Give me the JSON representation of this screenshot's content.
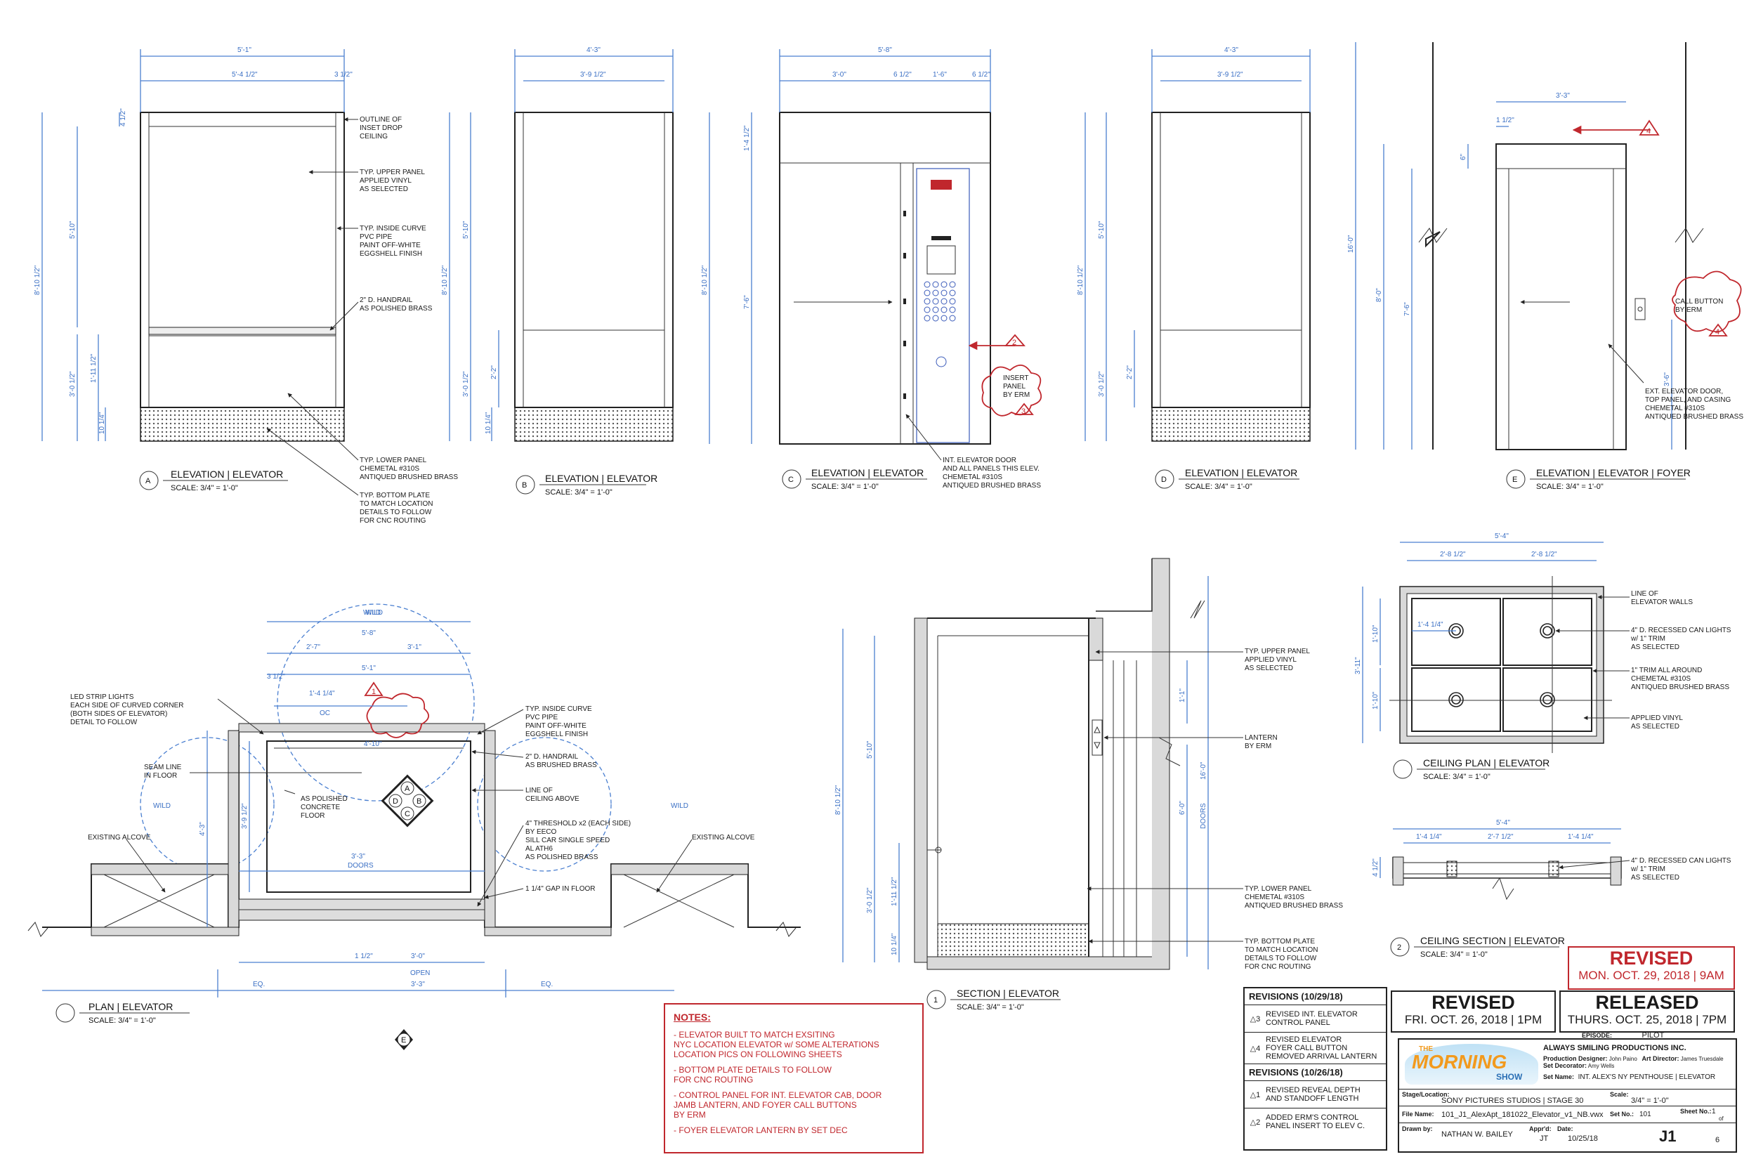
{
  "views": {
    "a": {
      "letter": "A",
      "title": "ELEVATION | ELEVATOR",
      "scale": "SCALE: 3/4\" = 1'-0\""
    },
    "b": {
      "letter": "B",
      "title": "ELEVATION | ELEVATOR",
      "scale": "SCALE: 3/4\" = 1'-0\""
    },
    "c": {
      "letter": "C",
      "title": "ELEVATION | ELEVATOR",
      "scale": "SCALE: 3/4\" = 1'-0\""
    },
    "d": {
      "letter": "D",
      "title": "ELEVATION | ELEVATOR",
      "scale": "SCALE: 3/4\" = 1'-0\""
    },
    "e": {
      "letter": "E",
      "title": "ELEVATION | ELEVATOR | FOYER",
      "scale": "SCALE: 3/4\" = 1'-0\""
    },
    "plan": {
      "title": "PLAN | ELEVATOR",
      "scale": "SCALE: 3/4\" = 1'-0\""
    },
    "section": {
      "letter": "1",
      "title": "SECTION | ELEVATOR",
      "scale": "SCALE: 3/4\" = 1'-0\""
    },
    "ceiling_plan": {
      "title": "CEILING PLAN | ELEVATOR",
      "scale": "SCALE: 3/4\" = 1'-0\""
    },
    "ceiling_section": {
      "letter": "2",
      "title": "CEILING SECTION | ELEVATOR",
      "scale": "SCALE: 3/4\" = 1'-0\""
    }
  },
  "dims": {
    "a_w": "5'-1\"",
    "a_w2": "5'-4 1/2\"",
    "a_w3": "3 1/2\"",
    "a_h": "8'-10 1/2\"",
    "a_h2": "5'-10\"",
    "a_h3": "3'-0 1/2\"",
    "a_h4": "1'-11 1/2\"",
    "a_h5": "10 1/4\"",
    "a_h6": "4 1/2\"",
    "b_w": "4'-3\"",
    "b_w2": "3'-9 1/2\"",
    "b_h": "8'-10 1/2\"",
    "b_h2": "5'-10\"",
    "b_h3": "3'-0 1/2\"",
    "b_h4": "2'-2\"",
    "b_h5": "10 1/4\"",
    "c_w": "5'-8\"",
    "c_w2": "3'-0\"",
    "c_w3": "6 1/2\"",
    "c_w4": "1'-6\"",
    "c_h": "8'-10 1/2\"",
    "c_h2": "7'-6\"",
    "c_h3": "1'-4 1/2\"",
    "d_w": "4'-3\"",
    "d_w2": "3'-9 1/2\"",
    "d_h": "8'-10 1/2\"",
    "d_h2": "5'-10\"",
    "d_h3": "3'-0 1/2\"",
    "d_h4": "2'-2\"",
    "e_w": "3'-3\"",
    "e_w2": "1 1/2\"",
    "e_h": "16'-0\"",
    "e_h2": "8'-0\"",
    "e_h3": "7'-6\"",
    "e_h4": "3'-6\"",
    "e_h5": "6\"",
    "plan_wild": "WILD",
    "plan_w": "5'-8\"",
    "plan_w2": "2'-7\"",
    "plan_w3": "3'-1\"",
    "plan_w4": "5'-1\"",
    "plan_w5": "3 1/2\"",
    "plan_w6": "1'-4 1/4\"",
    "plan_oc": "OC",
    "plan_w7": "4'-10\"",
    "plan_h": "4'-3\"",
    "plan_h2": "3'-9 1/2\"",
    "plan_doors": "DOORS",
    "plan_d": "3'-3\"",
    "plan_open": "OPEN",
    "plan_o": "3'-0\"",
    "plan_o2": "3'-3\"",
    "plan_eq": "EQ.",
    "plan_o3": "1 1/2\"",
    "sec_h": "8'-10 1/2\"",
    "sec_h2": "5'-10\"",
    "sec_h3": "3'-0 1/2\"",
    "sec_h4": "1'-11 1/2\"",
    "sec_h5": "10 1/4\"",
    "sec_h6": "16'-0\"",
    "sec_h7": "6'-0\"",
    "sec_doors": "DOORS",
    "sec_h8": "1'-1\"",
    "cp_w": "5'-4\"",
    "cp_w2": "2'-8 1/2\"",
    "cp_h": "3'-11\"",
    "cp_h2": "1'-10\"",
    "cp_h3": "1'-4 1/4\"",
    "cs_w": "5'-4\"",
    "cs_w2": "1'-4 1/4\"",
    "cs_w3": "2'-7 1/2\"",
    "cs_h": "4 1/2\""
  },
  "callouts": {
    "a1": "OUTLINE OF\nINSET DROP\nCEILING",
    "a2": "TYP. UPPER PANEL\nAPPLIED VINYL\nAS SELECTED",
    "a3": "TYP. INSIDE CURVE\nPVC PIPE\nPAINT OFF-WHITE\nEGGSHELL FINISH",
    "a4": "2\" D. HANDRAIL\nAS POLISHED BRASS",
    "a5": "TYP. LOWER PANEL\nCHEMETAL #310S\nANTIQUED BRUSHED BRASS",
    "a6": "TYP. BOTTOM PLATE\nTO MATCH LOCATION\nDETAILS TO FOLLOW\nFOR CNC ROUTING",
    "c1": "INSERT\nPANEL\nBY ERM",
    "c2": "INT. ELEVATOR DOOR\nAND ALL PANELS THIS ELEV.\nCHEMETAL #310S\nANTIQUED BRUSHED BRASS",
    "e1": "CALL BUTTON\nBY ERM",
    "e2": "EXT. ELEVATOR DOOR,\nTOP PANEL, AND CASING\nCHEMETAL #310S\nANTIQUED BRUSHED BRASS",
    "p1": "LED STRIP LIGHTS\nEACH SIDE OF CURVED CORNER\n(BOTH SIDES OF ELEVATOR)\nDETAIL TO FOLLOW",
    "p2": "SEAM LINE\nIN FLOOR",
    "p3": "EXISTING ALCOVE",
    "p4": "AS POLISHED\nCONCRETE\nFLOOR",
    "p5": "TYP. INSIDE CURVE\nPVC PIPE\nPAINT OFF-WHITE\nEGGSHELL FINISH",
    "p6": "2\" D. HANDRAIL\nAS BRUSHED BRASS",
    "p7": "LINE OF\nCEILING ABOVE",
    "p8": "4\" THRESHOLD x2 (EACH SIDE)\nBY EECO\nSILL CAR SINGLE SPEED\nAL ATH6\nAS POLISHED BRASS",
    "p9": "1 1/4\" GAP IN FLOOR",
    "s1": "TYP. UPPER PANEL\nAPPLIED VINYL\nAS SELECTED",
    "s2": "LANTERN\nBY ERM",
    "s3": "TYP. LOWER PANEL\nCHEMETAL #310S\nANTIQUED BRUSHED BRASS",
    "s4": "TYP. BOTTOM PLATE\nTO MATCH LOCATION\nDETAILS TO FOLLOW\nFOR CNC ROUTING",
    "cp1": "LINE OF\nELEVATOR WALLS",
    "cp2": "4\" D. RECESSED CAN LIGHTS\nw/ 1\" TRIM\nAS SELECTED",
    "cp3": "1\" TRIM ALL AROUND\nCHEMETAL #310S\nANTIQUED BRUSHED BRASS",
    "cp4": "APPLIED VINYL\nAS SELECTED",
    "cs1": "4\" D. RECESSED CAN LIGHTS\nw/ 1\" TRIM\nAS SELECTED"
  },
  "notes": {
    "heading": "NOTES:",
    "items": [
      "- ELEVATOR BUILT TO MATCH EXSITING\n  NYC LOCATION ELEVATOR w/ SOME ALTERATIONS\n  LOCATION PICS ON FOLLOWING SHEETS",
      "- BOTTOM PLATE DETAILS TO FOLLOW\n  FOR CNC ROUTING",
      "- CONTROL PANEL FOR INT. ELEVATOR CAB, DOOR\n  JAMB LANTERN, AND FOYER CALL BUTTONS\n  BY ERM",
      "- FOYER ELEVATOR LANTERN BY SET DEC"
    ]
  },
  "revisions": {
    "group1": "REVISIONS (10/29/18)",
    "r3": {
      "num": "3",
      "text": "REVISED INT. ELEVATOR\nCONTROL PANEL"
    },
    "r4": {
      "num": "4",
      "text": "REVISED ELEVATOR\nFOYER CALL BUTTON\nREMOVED ARRIVAL LANTERN"
    },
    "group2": "REVISIONS (10/26/18)",
    "r1": {
      "num": "1",
      "text": "REVISED REVEAL DEPTH\nAND STANDOFF LENGTH"
    },
    "r2": {
      "num": "2",
      "text": "ADDED ERM'S CONTROL\nPANEL INSERT TO ELEV C."
    }
  },
  "stamps": {
    "revised_top": {
      "big": "REVISED",
      "small": "MON. OCT. 29, 2018 | 9AM"
    },
    "revised": {
      "big": "REVISED",
      "small": "FRI. OCT. 26, 2018 | 1PM"
    },
    "released": {
      "big": "RELEASED",
      "small": "THURS. OCT. 25, 2018 | 7PM"
    }
  },
  "title_block": {
    "episode_label": "EPISODE:",
    "episode": "PILOT",
    "logo_the": "THE",
    "logo_morning": "MORNING",
    "logo_show": "SHOW",
    "company": "ALWAYS SMILING PRODUCTIONS INC.",
    "pd_label": "Production Designer:",
    "pd": "John Paino",
    "sd_label": "Set Decorator:",
    "sd": "Amy Wells",
    "ad_label": "Art Director:",
    "ad": "James Truesdale",
    "set_name_label": "Set Name:",
    "set_name": "INT. ALEX'S NY PENTHOUSE | ELEVATOR",
    "stage_label": "Stage/Location:",
    "stage": "SONY PICTURES STUDIOS | STAGE 30",
    "scale_label": "Scale:",
    "scale": "3/4\" = 1'-0\"",
    "file_label": "File Name:",
    "file": "101_J1_AlexApt_181022_Elevator_v1_NB.vwx",
    "setno_label": "Set No.:",
    "setno": "101",
    "sheetno_label": "Sheet No.:",
    "sheetno": "1",
    "sheet_of": "of",
    "drawn_label": "Drawn by:",
    "drawn": "NATHAN W. BAILEY",
    "apprd_label": "Appr'd:",
    "apprd": "JT",
    "date_label": "Date:",
    "date": "10/25/18",
    "sheet": "J1",
    "sheet_total": "6"
  },
  "plan_labels": {
    "wild": "WILD",
    "a": "A",
    "b": "B",
    "c": "C",
    "d": "D",
    "e": "E"
  }
}
